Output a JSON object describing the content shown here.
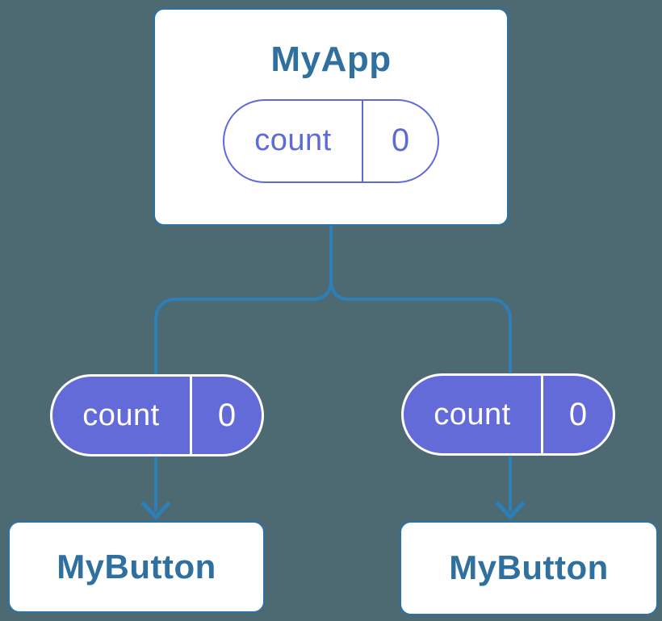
{
  "diagram": {
    "colors": {
      "background": "#4d6972",
      "connector": "#2d7fb8",
      "card_border": "#2b73a6",
      "title_text": "#2f709f",
      "state_purple": "#5f6ad9",
      "state_fill": "#636bd8"
    },
    "root": {
      "title": "MyApp",
      "state": {
        "label": "count",
        "value": "0"
      }
    },
    "children": [
      {
        "title": "MyButton",
        "state": {
          "label": "count",
          "value": "0"
        }
      },
      {
        "title": "MyButton",
        "state": {
          "label": "count",
          "value": "0"
        }
      }
    ]
  }
}
